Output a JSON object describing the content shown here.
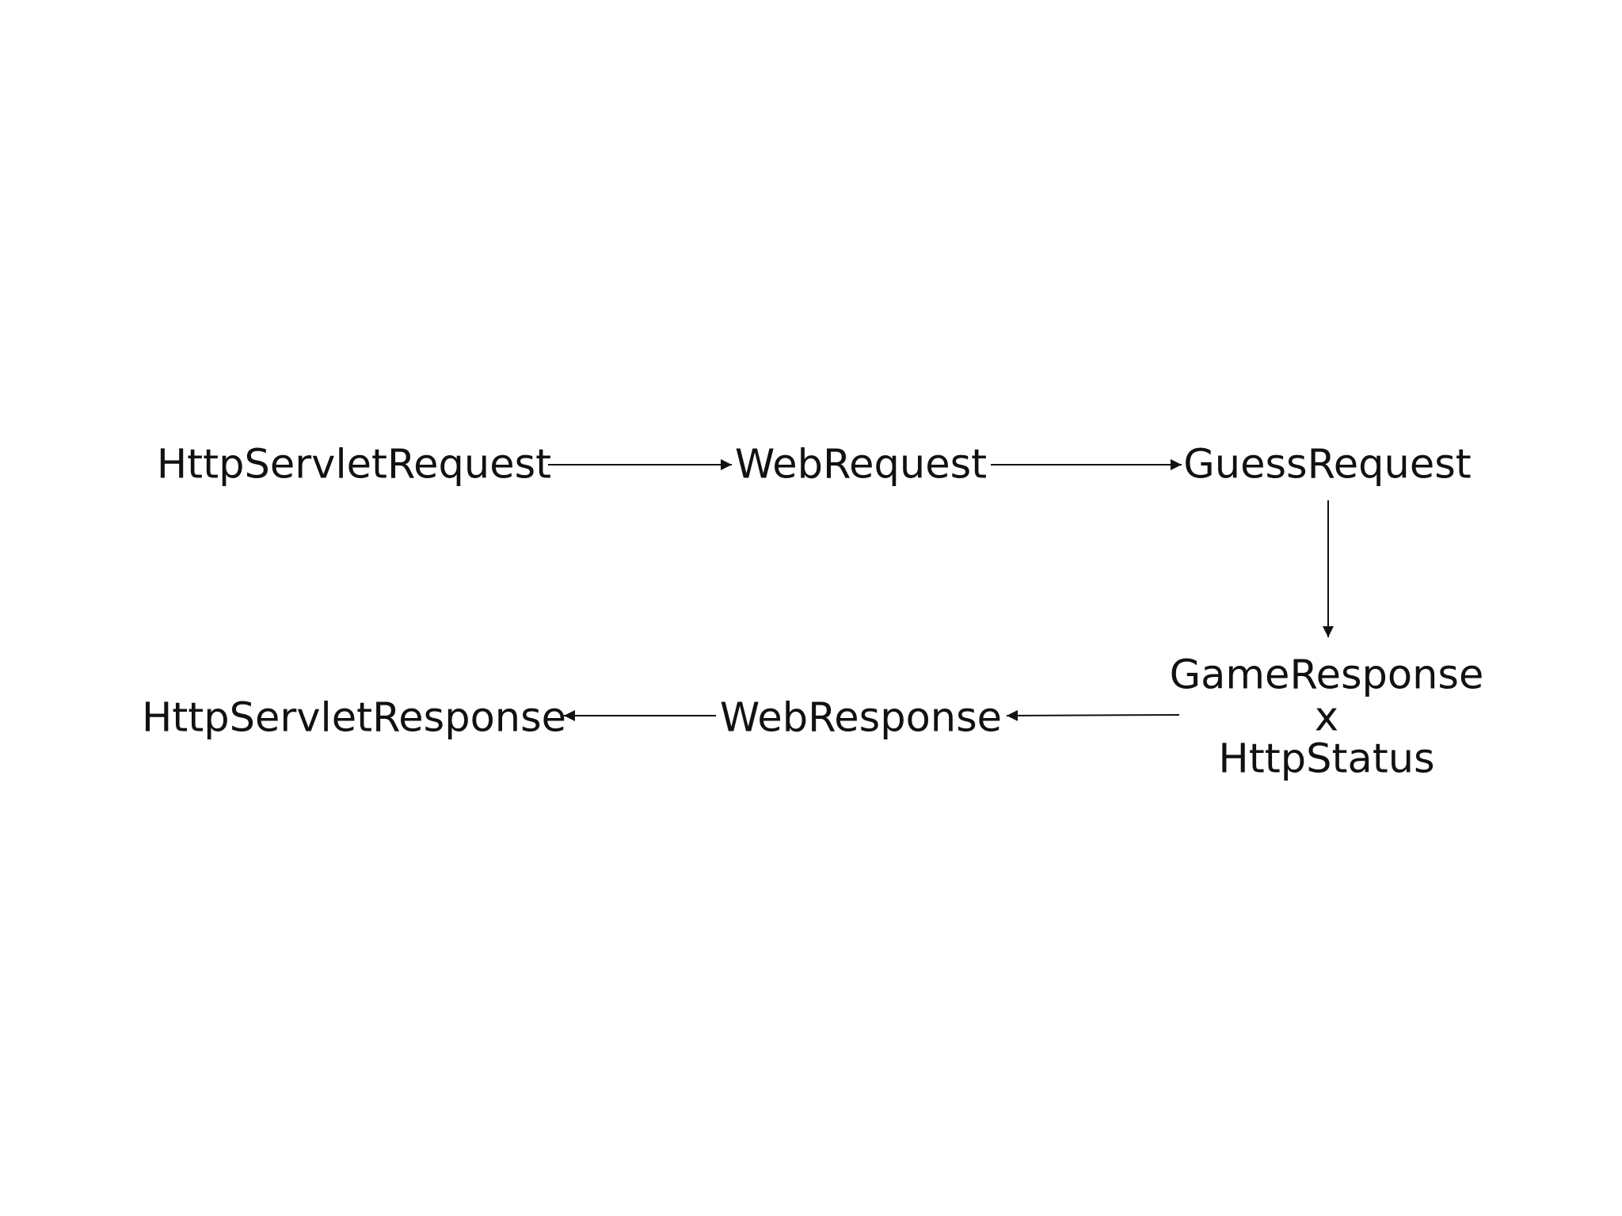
{
  "diagram": {
    "nodes": {
      "http_servlet_request": "HttpServletRequest",
      "web_request": "WebRequest",
      "guess_request": "GuessRequest",
      "game_response": "GameResponse",
      "times": "x",
      "http_status": "HttpStatus",
      "web_response": "WebResponse",
      "http_servlet_response": "HttpServletResponse"
    },
    "edges": [
      {
        "from": "HttpServletRequest",
        "to": "WebRequest"
      },
      {
        "from": "WebRequest",
        "to": "GuessRequest"
      },
      {
        "from": "GuessRequest",
        "to": "GameResponse x HttpStatus"
      },
      {
        "from": "GameResponse x HttpStatus",
        "to": "WebResponse"
      },
      {
        "from": "WebResponse",
        "to": "HttpServletResponse"
      }
    ]
  }
}
